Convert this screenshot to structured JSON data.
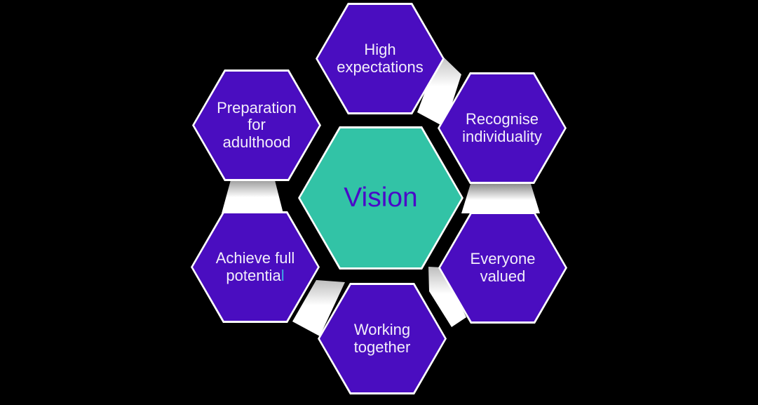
{
  "diagram": {
    "type": "hexagon-cluster",
    "center": {
      "label": "Vision"
    },
    "nodes": [
      {
        "id": "high-expectations",
        "position": "top",
        "lines": [
          "High",
          "expectations"
        ]
      },
      {
        "id": "recognise-individuality",
        "position": "top-right",
        "lines": [
          "Recognise",
          "individuality"
        ]
      },
      {
        "id": "everyone-valued",
        "position": "bottom-right",
        "lines": [
          "Everyone",
          "valued"
        ]
      },
      {
        "id": "working-together",
        "position": "bottom",
        "lines": [
          "Working",
          "together"
        ]
      },
      {
        "id": "achieve-full-potential",
        "position": "bottom-left",
        "lines": [
          "Achieve full",
          "potentia"
        ],
        "suffix": "l"
      },
      {
        "id": "preparation-for-adulthood",
        "position": "top-left",
        "lines": [
          "Preparation",
          "for",
          "adulthood"
        ]
      }
    ],
    "colors": {
      "hex_purple": "#4A0DC0",
      "hex_teal": "#32C3A6",
      "outline": "#FFFFFF",
      "label_text": "#F2EEFA",
      "center_text": "#4A0AC8",
      "cursor_accent": "#3FA9E5",
      "connector_fill": "#FFFFFF",
      "connector_shadow": "#8C8C8C",
      "background": "#000000"
    }
  }
}
